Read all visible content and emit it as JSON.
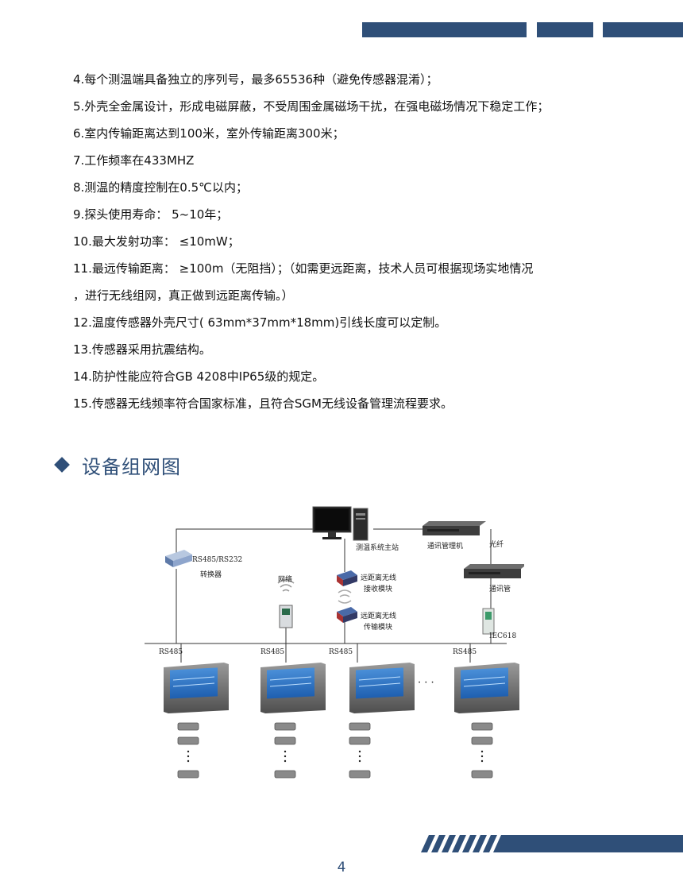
{
  "specs": [
    "4.每个测温端具备独立的序列号，最多65536种（避免传感器混淆）；",
    "5.外壳全金属设计，形成电磁屏蔽，不受周围金属磁场干扰，在强电磁场情况下稳定工作；",
    "6.室内传输距离达到100米，室外传输距离300米；",
    "7.工作频率在433MHZ",
    "8.测温的精度控制在0.5℃以内；",
    "9.探头使用寿命： 5~10年；",
    "10.最大发射功率： ≤10mW；",
    "11.最远传输距离： ≥100m（无阻挡）；（如需更远距离，技术人员可根据现场实地情况",
    "，进行无线组网，真正做到远距离传输。）",
    "12.温度传感器外壳尺寸( 63mm*37mm*18mm)引线长度可以定制。",
    "13.传感器采用抗震结构。",
    "14.防护性能应符合GB 4208中IP65级的规定。",
    "15.传感器无线频率符合国家标准，且符合SGM无线设备管理流程要求。"
  ],
  "section": {
    "title": "设备组网图"
  },
  "diagram": {
    "host": "测温系统主站",
    "comm_manager": "通讯管理机",
    "fiber": "光纤",
    "comm_unit": "通讯管",
    "iec": "IEC618",
    "converter_line1": "RS485/RS232",
    "converter_line2": "转换器",
    "network": "网络",
    "receiver_line1": "远距离无线",
    "receiver_line2": "接收模块",
    "transmitter_line1": "远距离无线",
    "transmitter_line2": "传输模块",
    "rs485_1": "RS485",
    "rs485_2": "RS485",
    "rs485_3": "RS485",
    "rs485_4": "RS485",
    "ellipsis": "· · ·"
  },
  "page_number": "4",
  "colors": {
    "brand": "#2f4f78"
  }
}
